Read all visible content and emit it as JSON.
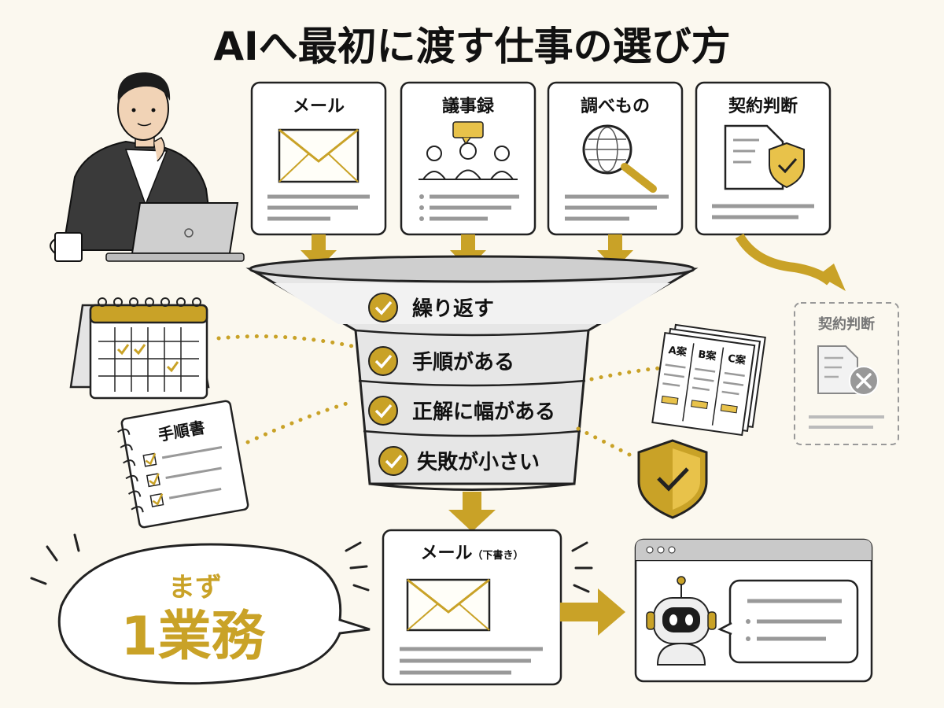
{
  "title": "AIへ最初に渡す仕事の選び方",
  "colors": {
    "gold": "#c9a227",
    "gold_light": "#e8c24a",
    "ink": "#222222",
    "gray": "#9a9a9a",
    "bg": "#fbf8ef"
  },
  "tasks": [
    {
      "label": "メール",
      "icon": "envelope-icon"
    },
    {
      "label": "議事録",
      "icon": "meeting-icon"
    },
    {
      "label": "調べもの",
      "icon": "magnifier-globe-icon"
    },
    {
      "label": "契約判断",
      "icon": "contract-shield-icon"
    }
  ],
  "criteria": [
    "繰り返す",
    "手順がある",
    "正解に幅がある",
    "失敗が小さい"
  ],
  "rejected": {
    "label": "契約判断"
  },
  "manual": {
    "label": "手順書"
  },
  "options": [
    "A案",
    "B案",
    "C案"
  ],
  "output": {
    "label": "メール",
    "sublabel": "（下書き）"
  },
  "bubble": {
    "line1": "まず",
    "line2": "1業務"
  }
}
